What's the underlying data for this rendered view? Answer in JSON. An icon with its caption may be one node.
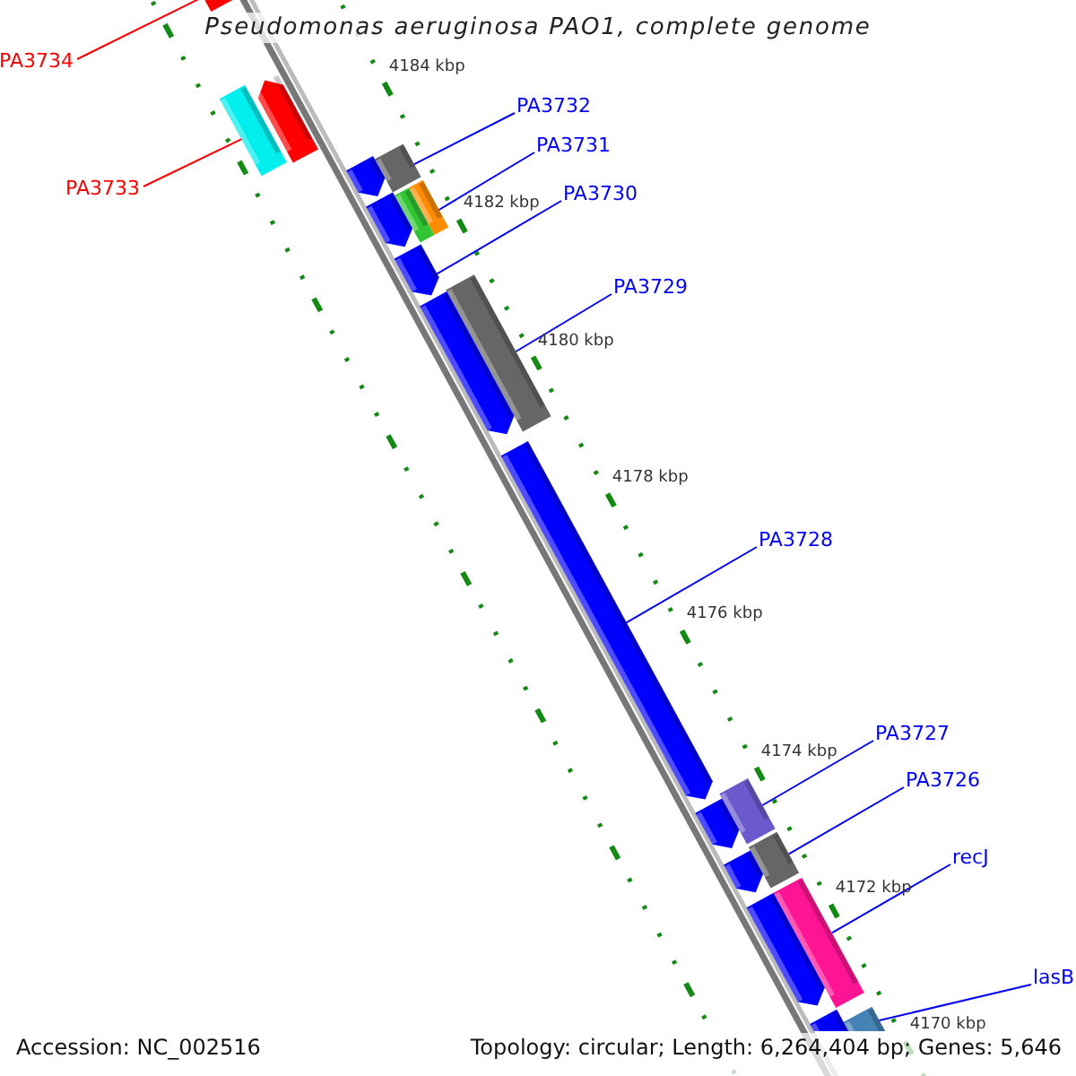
{
  "diagram": {
    "title": "Pseudomonas aeruginosa PAO1, complete genome",
    "nodes": [
      {
        "text": [
          "PA3734"
        ]
      },
      {
        "text": [
          "PA3732"
        ]
      },
      {
        "text": [
          "PA3731"
        ]
      },
      {
        "text": [
          "PA3733"
        ]
      },
      {
        "text": [
          "PA3730"
        ]
      },
      {
        "text": [
          "PA3729"
        ]
      },
      {
        "text": [
          "PA3728"
        ]
      },
      {
        "text": [
          "PA3727"
        ]
      },
      {
        "text": [
          "PA3726"
        ]
      },
      {
        "text": [
          "recJ"
        ]
      },
      {
        "text": [
          "lasB"
        ]
      },
      {
        "text": [],
        "shape": "bar"
      },
      {
        "text": [],
        "shape": "arrow"
      },
      {
        "text": [],
        "shape": "bar"
      },
      {
        "text": [],
        "shape": "bar"
      },
      {
        "text": [],
        "shape": "arrow"
      },
      {
        "text": [],
        "shape": "bar"
      },
      {
        "text": [],
        "shape": "bar"
      },
      {
        "text": [],
        "shape": "arrow"
      },
      {
        "text": [],
        "shape": "arrow"
      },
      {
        "text": [],
        "shape": "bar"
      },
      {
        "text": [],
        "shape": "arrow"
      },
      {
        "text": [],
        "shape": "arrow"
      },
      {
        "text": [],
        "shape": "bar"
      },
      {
        "text": [],
        "shape": "arrow"
      },
      {
        "text": [],
        "shape": "bar"
      },
      {
        "text": [],
        "shape": "arrow"
      },
      {
        "text": [],
        "shape": "bar"
      },
      {
        "text": [],
        "shape": "arrow"
      },
      {
        "text": [],
        "shape": "bar"
      },
      {
        "text": [],
        "shape": "arrow"
      }
    ],
    "edges": [
      {
        "from": 0,
        "to": 11,
        "arrow": "none",
        "color": "#ff0000"
      },
      {
        "from": 1,
        "to": 14,
        "arrow": "none"
      },
      {
        "from": 2,
        "to": 16,
        "arrow": "none"
      },
      {
        "from": 3,
        "to": 13,
        "arrow": "none",
        "color": "#ff0000"
      },
      {
        "from": 4,
        "to": 19,
        "arrow": "none"
      },
      {
        "from": 5,
        "to": 20,
        "arrow": "none"
      },
      {
        "from": 6,
        "to": 22,
        "arrow": "none"
      },
      {
        "from": 7,
        "to": 23,
        "arrow": "none"
      },
      {
        "from": 8,
        "to": 25,
        "arrow": "none"
      },
      {
        "from": 9,
        "to": 27,
        "arrow": "none"
      },
      {
        "from": 10,
        "to": 29,
        "arrow": "none"
      }
    ],
    "labels": [
      "4184 kbp",
      "4182 kbp",
      "4180 kbp",
      "4178 kbp",
      "4176 kbp",
      "4174 kbp",
      "4172 kbp",
      "4170 kbp",
      "Accession: NC_002516",
      "Topology: circular; Length: 6,264,404 bp; Genes: 5,646"
    ]
  }
}
